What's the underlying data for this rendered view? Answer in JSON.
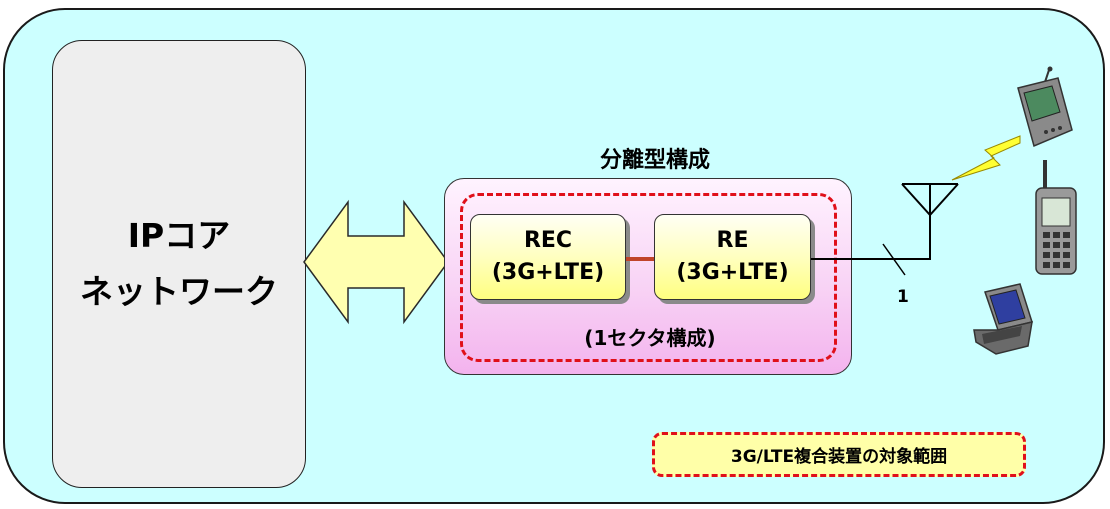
{
  "core": {
    "line1": "IPコア",
    "line2": "ネットワーク"
  },
  "separated_config": {
    "title": "分離型構成",
    "rec": {
      "name": "REC",
      "spec": "(3G+LTE)"
    },
    "re": {
      "name": "RE",
      "spec": "(3G+LTE)"
    },
    "sector_label": "(1セクタ構成)"
  },
  "antenna_port_label": "1",
  "scope_label": "3G/LTE複合装置の対象範囲",
  "icons": [
    "double-arrow-icon",
    "antenna-icon",
    "lightning-icon",
    "pda-icon",
    "mobile-phone-icon",
    "laptop-icon"
  ],
  "colors": {
    "background": "#ccffff",
    "core_fill": "#eeeeee",
    "separated_box": "#f8d3f5",
    "unit_fill": "#ffff80",
    "dash_red": "#e0101a",
    "arrow_fill": "#ffffb0",
    "link_line": "#c0442a"
  }
}
